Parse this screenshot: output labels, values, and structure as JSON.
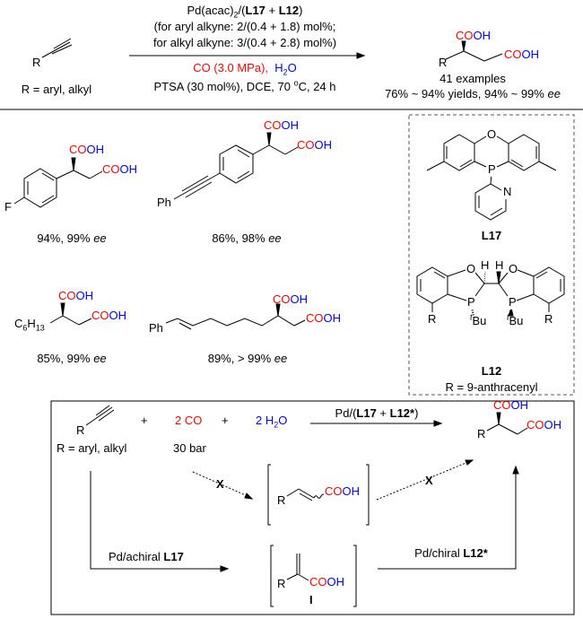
{
  "colors": {
    "carbonyl": "#ff0000",
    "hydroxyl": "#0000ff",
    "bond": "#000000",
    "dashed_box": "#555555"
  },
  "cooh": {
    "co": "CO",
    "oh": "OH"
  },
  "top": {
    "reactant_r": "R",
    "r_definition": "R = aryl, alkyl",
    "conditions": {
      "cat_a": "Pd(acac)",
      "cat_sub": "2",
      "cat_b": "/(",
      "l17": "L17",
      "plus": " + ",
      "l12": "L12",
      "cat_close": ")",
      "aryl": "(for aryl alkyne: 2/(0.4 + 1.8) mol%;",
      "alkyl": "for alkyl alkyne: 3/(0.4 + 2.8) mol%)",
      "co": "CO (3.0 MPa),",
      "h": "H",
      "h_sub": "2",
      "o": "O",
      "ptsa": "PTSA (30 mol%), DCE, 70 ",
      "deg": "o",
      "ptsa_end": "C, 24 h"
    },
    "product": {
      "r": "R",
      "examples": "41 examples",
      "yields": "76% ~ 94% yields, 94% ~ 99% ",
      "ee": "ee"
    }
  },
  "examples": [
    {
      "substituent": "F",
      "result": "94%, 99% ",
      "ee": "ee"
    },
    {
      "substituent": "Ph",
      "result": "86%, 98% ",
      "ee": "ee"
    },
    {
      "substituent_a": "C",
      "sub1": "6",
      "substituent_b": "H",
      "sub2": "13",
      "result": "85%, 99% ",
      "ee": "ee"
    },
    {
      "substituent": "Ph",
      "result": "89%, > 99% ",
      "ee": "ee"
    }
  ],
  "ligands": {
    "l17": {
      "o": "O",
      "p": "P",
      "n": "N",
      "label": "L17"
    },
    "l12": {
      "o": "O",
      "h": "H",
      "p": "P",
      "r": "R",
      "t": "t",
      "bu": "Bu",
      "label": "L12",
      "r_definition": "R = 9-anthracenyl"
    }
  },
  "mechanism": {
    "r": "R",
    "plus": "+",
    "co": "2 CO",
    "h2o_a": "2 H",
    "h2o_sub": "2",
    "h2o_b": "O",
    "pressure": "30 bar",
    "r_definition": "R = aryl, alkyl",
    "direct_a": "Pd/(",
    "direct_l17": "L17",
    "direct_plus": " + ",
    "direct_l12": "L12*",
    "direct_close": ")",
    "blocked": "X",
    "achiral_a": "Pd/achiral ",
    "achiral_l17": "L17",
    "chiral_a": "Pd/chiral ",
    "chiral_l12": "L12*",
    "intermediate_label": "I"
  }
}
